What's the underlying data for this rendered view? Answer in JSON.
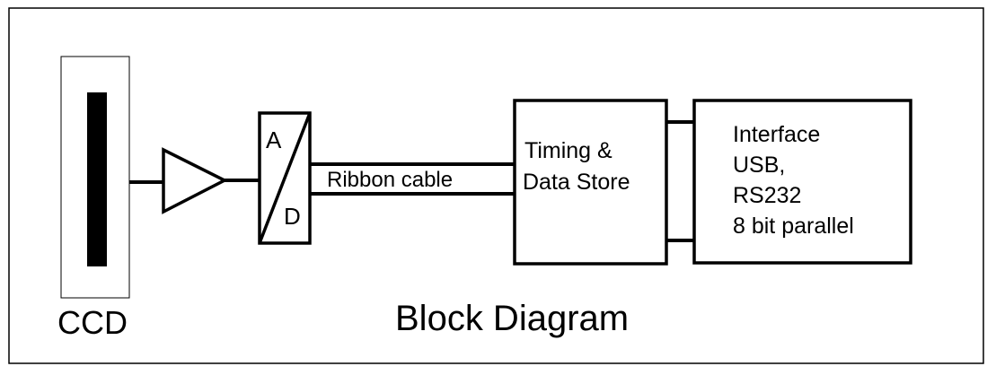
{
  "ccd_label": "CCD",
  "adc": {
    "top_letter": "A",
    "bottom_letter": "D"
  },
  "ribbon_label": "Ribbon cable",
  "timing": {
    "line1": "Timing &",
    "line2": "Data Store"
  },
  "interface": {
    "line1": "Interface",
    "line2": "USB,",
    "line3": "RS232",
    "line4": "8 bit parallel"
  },
  "title": "Block Diagram"
}
